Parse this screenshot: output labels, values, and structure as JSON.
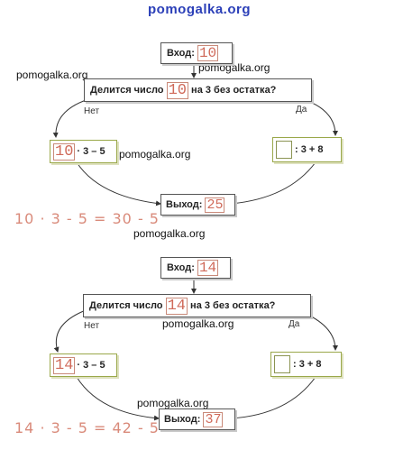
{
  "watermark_top": "pomogalka.org",
  "watermark": "pomogalka.org",
  "blocks": [
    {
      "input_label": "Вход:",
      "input_value": "10",
      "question_prefix": "Делится число",
      "question_value": "10",
      "question_suffix": "на 3 без остатка?",
      "no_label": "Нет",
      "yes_label": "Да",
      "left_value": "10",
      "left_op": "· 3 – 5",
      "right_value": "",
      "right_op": ": 3 + 8",
      "output_label": "Выход:",
      "output_value": "25",
      "equation": "10 · 3 - 5 = 30 - 5"
    },
    {
      "input_label": "Вход:",
      "input_value": "14",
      "question_prefix": "Делится число",
      "question_value": "14",
      "question_suffix": "на 3 без остатка?",
      "no_label": "Нет",
      "yes_label": "Да",
      "left_value": "14",
      "left_op": "· 3 – 5",
      "right_value": "",
      "right_op": ": 3 + 8",
      "output_label": "Выход:",
      "output_value": "37",
      "equation": "14 · 3 - 5 = 42 - 5"
    }
  ]
}
